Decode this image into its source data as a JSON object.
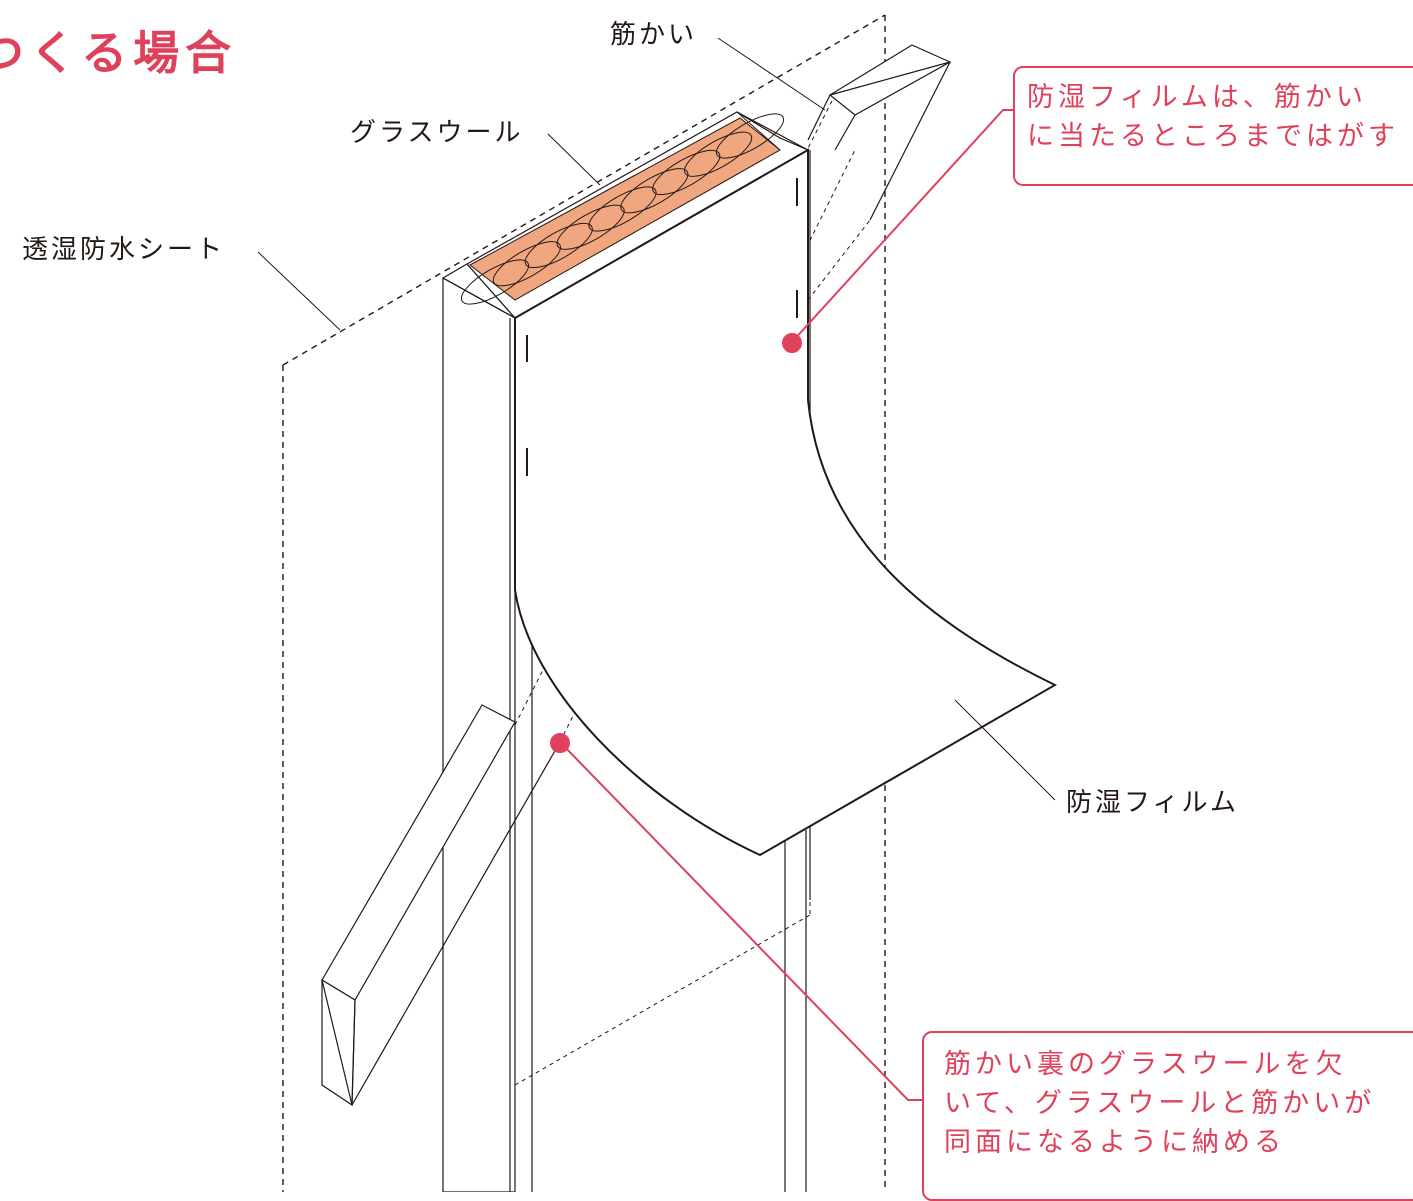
{
  "title": "つくる場合",
  "labels": {
    "brace": "筋かい",
    "glass_wool": "グラスウール",
    "breathable_sheet": "透湿防水シート",
    "vapor_film": "防湿フィルム"
  },
  "callouts": {
    "top": [
      "防湿フィルムは、筋かい",
      "に当たるところまではがす"
    ],
    "bottom": [
      "筋かい裏のグラスウールを欠",
      "いて、グラスウールと筋かいが",
      "同面になるように納める"
    ]
  },
  "colors": {
    "accent": "#e0415a",
    "insulation": "#f0a77f",
    "line": "#231815"
  }
}
